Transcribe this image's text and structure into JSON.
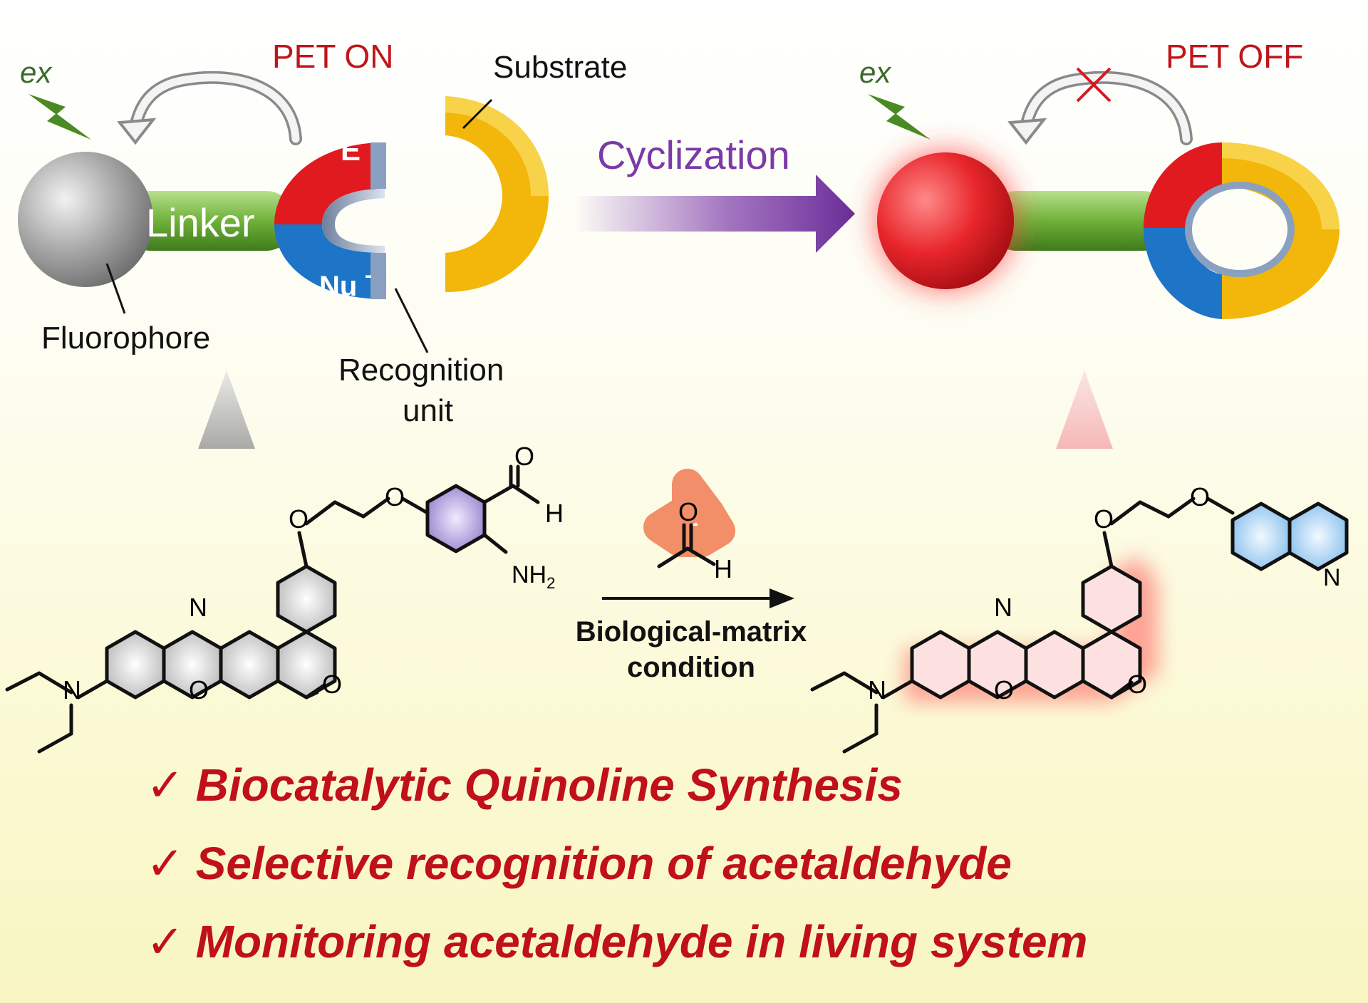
{
  "scheme": {
    "ex_left": "ex",
    "pet_on": "PET ON",
    "substrate": "Substrate",
    "linker": "Linker",
    "fluorophore": "Fluorophore",
    "recognition_line1": "Recognition",
    "recognition_line2": "unit",
    "electrophile": "E",
    "nucleophile": "Nu",
    "cyclization": "Cyclization",
    "ex_right": "ex",
    "pet_off": "PET OFF"
  },
  "reaction": {
    "condition_line1": "Biological-matrix",
    "condition_line2": "condition"
  },
  "atoms": {
    "n": "N",
    "o": "O",
    "h": "H",
    "nh2": "NH",
    "nh2_sub": "2"
  },
  "highlights": [
    "Biocatalytic Quinoline Synthesis",
    "Selective recognition of acetaldehyde",
    "Monitoring acetaldehyde in living system"
  ],
  "check_glyph": "✓",
  "colors": {
    "pet_text": "#c0151c",
    "cyclization_text": "#7b3aa8",
    "highlight_text": "#c0101a",
    "fluorophore_off": "#a0a0a0",
    "fluorophore_on": "#e8262b",
    "linker": "#6fb13a",
    "electrophile_part": "#e11a1f",
    "nucleophile_part": "#1e74c6",
    "substrate": "#f2b70a",
    "aminobenzaldehyde_ring": "#9b86cf",
    "quinoline_ring": "#8dc2ee",
    "glow": "#ff5a5a",
    "acetaldehyde_glow": "#f07a52"
  }
}
